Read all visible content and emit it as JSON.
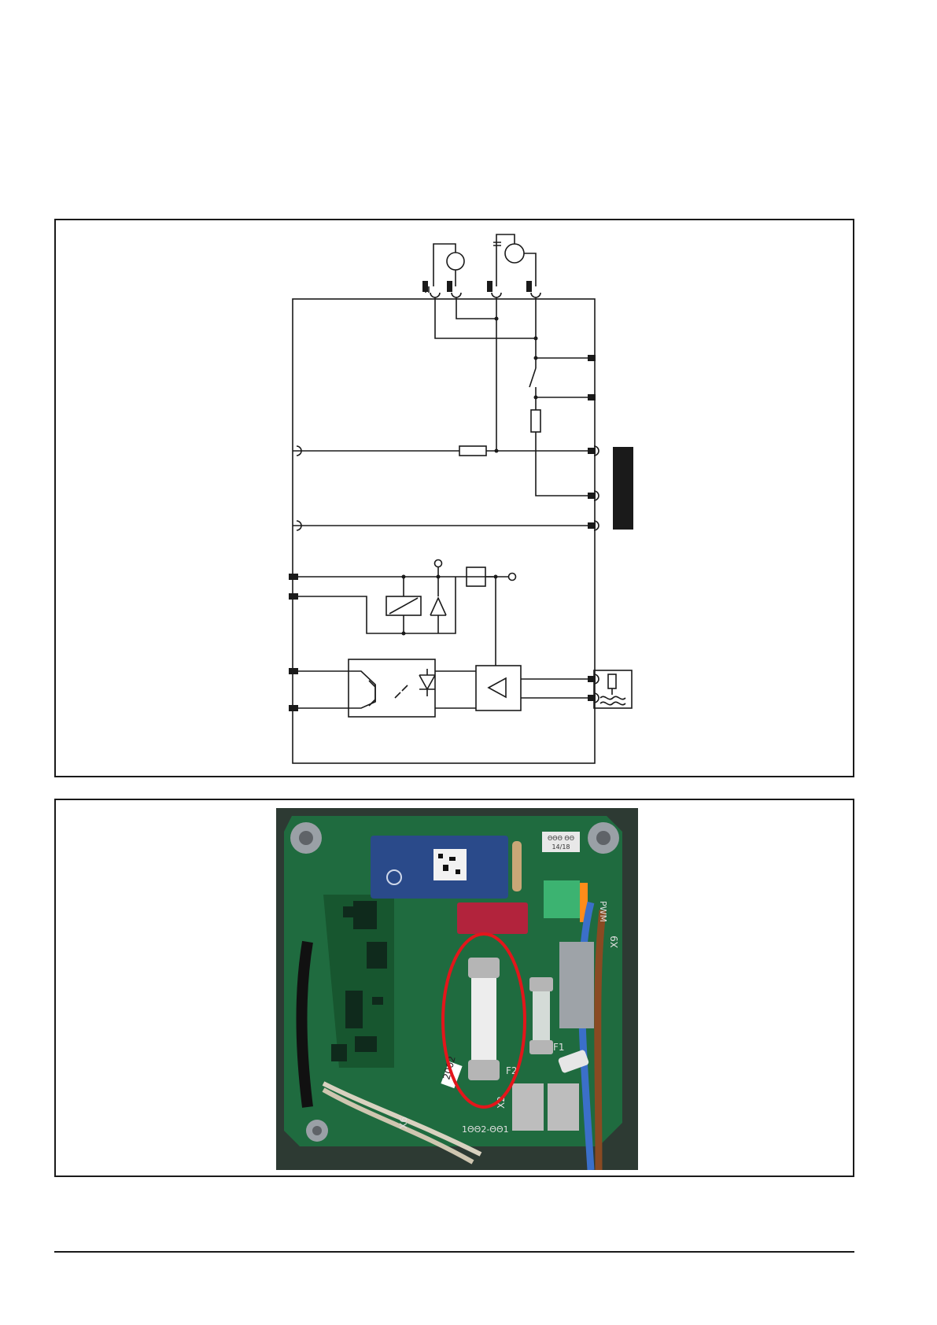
{
  "colors": {
    "line": "#1a1a1a",
    "pcb_green": "#1f6b3f",
    "highlight_ring": "#e3161b"
  },
  "photo": {
    "icons": [
      "screw-icon",
      "fuse-icon",
      "relay-icon",
      "terminal-block-icon",
      "cable-icon",
      "highlight-ring-icon"
    ],
    "labels": {
      "fuse_f2": "F2",
      "fuse_f1": "F1",
      "x2": "X2",
      "x6": "X6",
      "x9": "X9",
      "pwm": "PWM",
      "sticker": "2002",
      "board_code": "1ΘΘ2-ΘΘ1",
      "label_tag_line1": "ΘΘΘ ΘΘ",
      "label_tag_line2": "14/18"
    }
  }
}
